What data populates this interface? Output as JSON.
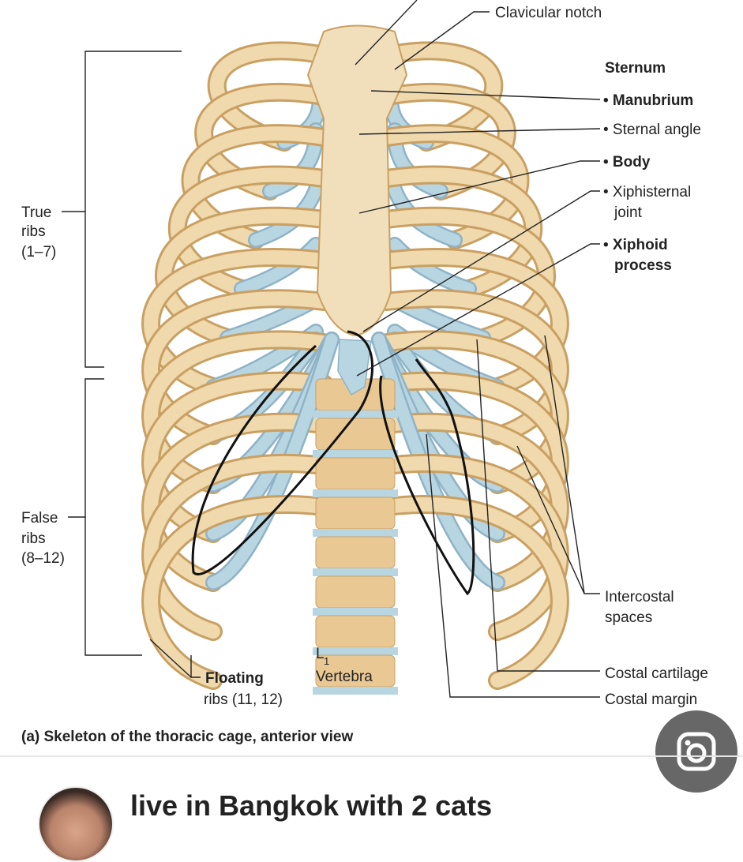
{
  "figure": {
    "caption": "(a) Skeleton of the thoracic cage, anterior view",
    "labels": {
      "clavicular_notch": "Clavicular notch",
      "sternum": "Sternum",
      "manubrium": "• Manubrium",
      "sternal_angle": "• Sternal angle",
      "body": "• Body",
      "xiphisternal_1": "• Xiphisternal",
      "xiphisternal_2": "joint",
      "xiphoid_1": "• Xiphoid",
      "xiphoid_2": "process",
      "true_ribs_1": "True",
      "true_ribs_2": "ribs",
      "true_ribs_3": "(1–7)",
      "false_ribs_1": "False",
      "false_ribs_2": "ribs",
      "false_ribs_3": "(8–12)",
      "floating_1": "Floating",
      "floating_2": "ribs (11, 12)",
      "vertebra_l": "L",
      "vertebra_sub": "1",
      "vertebra": "Vertebra",
      "intercostal_1": "Intercostal",
      "intercostal_2": "spaces",
      "costal_cartilage": "Costal cartilage",
      "costal_margin": "Costal margin"
    },
    "colors": {
      "bone": "#efd9ad",
      "bone_edge": "#c9a062",
      "cartilage": "#b8d5e2",
      "ink": "#111111"
    }
  },
  "overlay": {
    "camera_icon": "camera-search-icon"
  },
  "post": {
    "title": "live in Bangkok with 2 cats"
  }
}
